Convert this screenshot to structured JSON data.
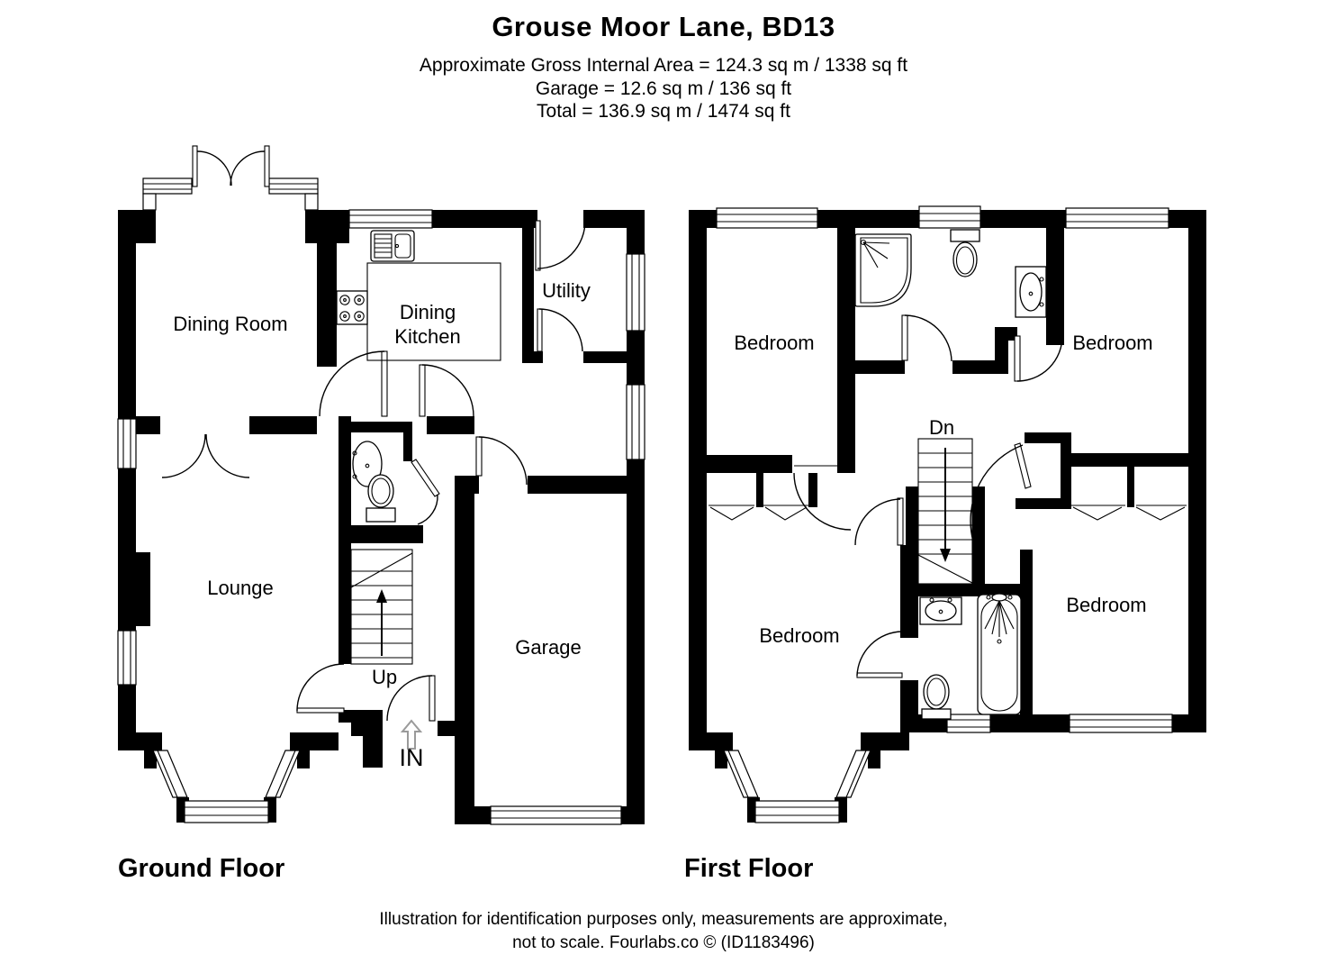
{
  "header": {
    "title": "Grouse Moor Lane, BD13",
    "line1": "Approximate Gross Internal Area = 124.3 sq m / 1338 sq ft",
    "line2": "Garage = 12.6 sq m / 136 sq ft",
    "line3": "Total = 136.9 sq m / 1474 sq ft"
  },
  "plans": {
    "ground": {
      "label": "Ground Floor",
      "rooms": {
        "dining_room": "Dining Room",
        "kitchen_line1": "Dining",
        "kitchen_line2": "Kitchen",
        "utility": "Utility",
        "lounge": "Lounge",
        "garage": "Garage",
        "stairs": "Up",
        "entrance": "IN"
      }
    },
    "first": {
      "label": "First Floor",
      "rooms": {
        "bedroom_tl": "Bedroom",
        "bedroom_tr": "Bedroom",
        "bedroom_bl": "Bedroom",
        "bedroom_br": "Bedroom",
        "stairs": "Dn"
      }
    }
  },
  "footer": {
    "line1": "Illustration for identification purposes only, measurements are approximate,",
    "line2": "not to scale. Fourlabs.co © (ID1183496)"
  },
  "colors": {
    "wall": "#000000",
    "line": "#000000",
    "arrow": "#9a9a9a",
    "background": "#ffffff"
  }
}
